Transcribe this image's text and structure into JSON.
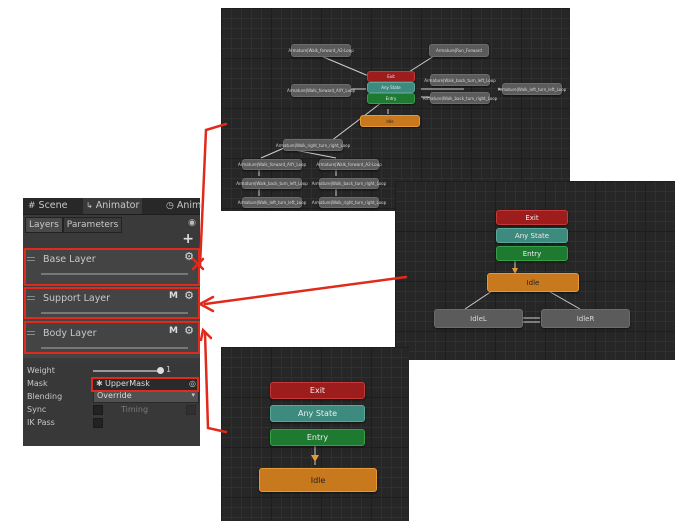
{
  "panel": {
    "tabs": [
      {
        "icon": "grid-icon",
        "label": "Scene"
      },
      {
        "icon": "animator-icon",
        "label": "Animator"
      },
      {
        "icon": "clock-icon",
        "label": "Anim"
      }
    ],
    "subtabs": [
      "Layers",
      "Parameters"
    ],
    "add_symbol": "+",
    "layers": [
      {
        "name": "Base Layer",
        "m": ""
      },
      {
        "name": "Support Layer",
        "m": "M"
      },
      {
        "name": "Body Layer",
        "m": "M"
      }
    ],
    "properties": {
      "weight_label": "Weight",
      "weight_value": "1",
      "weight_fraction": 1,
      "mask_label": "Mask",
      "mask_value": "UpperMask",
      "blending_label": "Blending",
      "blending_value": "Override",
      "sync_label": "Sync",
      "timing_label": "Timing",
      "ikpass_label": "IK Pass"
    }
  },
  "graph_top": {
    "nodes": {
      "exit": "Exit",
      "any_state": "Any State",
      "entry": "Entry",
      "idle": "Idle",
      "run_forward": "Armature|Run_Forward",
      "walk_forward_a": "Armature|Walk_forward_AllY_Loop",
      "walk_forward_b": "Armature|Walk_forward_A2-Loop",
      "walk_back_a": "Armature|Walk_back_turn_left_Loop",
      "walk_back_b": "Armature|Walk_back_turn_right_Loop",
      "walk_left_a": "Armature|Walk_left_turn_left_Loop",
      "walk_left_b": "Armature|Walk_right_turn_right_Loop"
    }
  },
  "graph_right": {
    "nodes": {
      "exit": "Exit",
      "any_state": "Any State",
      "entry": "Entry",
      "idle": "Idle",
      "left": "IdleL",
      "right": "IdleR"
    }
  },
  "graph_bottom": {
    "nodes": {
      "exit": "Exit",
      "any_state": "Any State",
      "entry": "Entry",
      "idle": "Idle"
    }
  },
  "colors": {
    "arrow": "#e02a1b",
    "exit": "#9d1d1d",
    "any_state": "#3d8a7e",
    "entry": "#1f7a31",
    "default_state": "#c8781d"
  }
}
